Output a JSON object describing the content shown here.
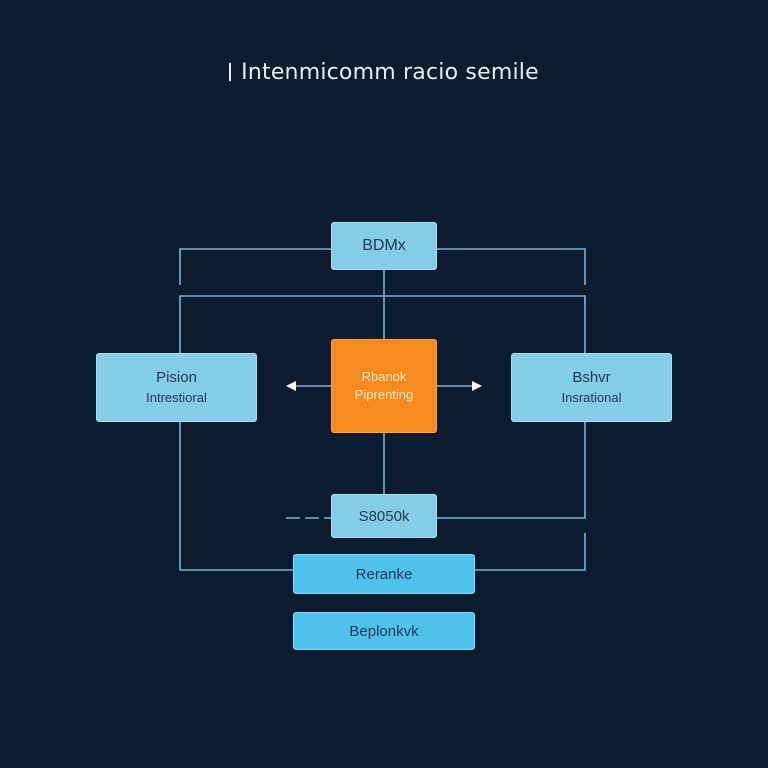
{
  "diagram": {
    "title": "Intenmicomm racio semile",
    "nodes": {
      "top": {
        "label": "BDMx"
      },
      "left": {
        "title": "Pision",
        "subtitle": "Intrestioral"
      },
      "center": {
        "title": "Rbanok",
        "subtitle": "Piprenting"
      },
      "right": {
        "title": "Bshvr",
        "subtitle": "Insrational"
      },
      "middle": {
        "label": "S8050k"
      },
      "row1": {
        "label": "Reranke"
      },
      "row2": {
        "label": "Beplonkvk"
      }
    },
    "colors": {
      "background": "#0d1b2e",
      "node_light": "#84cde8",
      "node_bright": "#4ec2ec",
      "node_accent": "#f58a1f",
      "connector": "#7cb2d6"
    }
  }
}
